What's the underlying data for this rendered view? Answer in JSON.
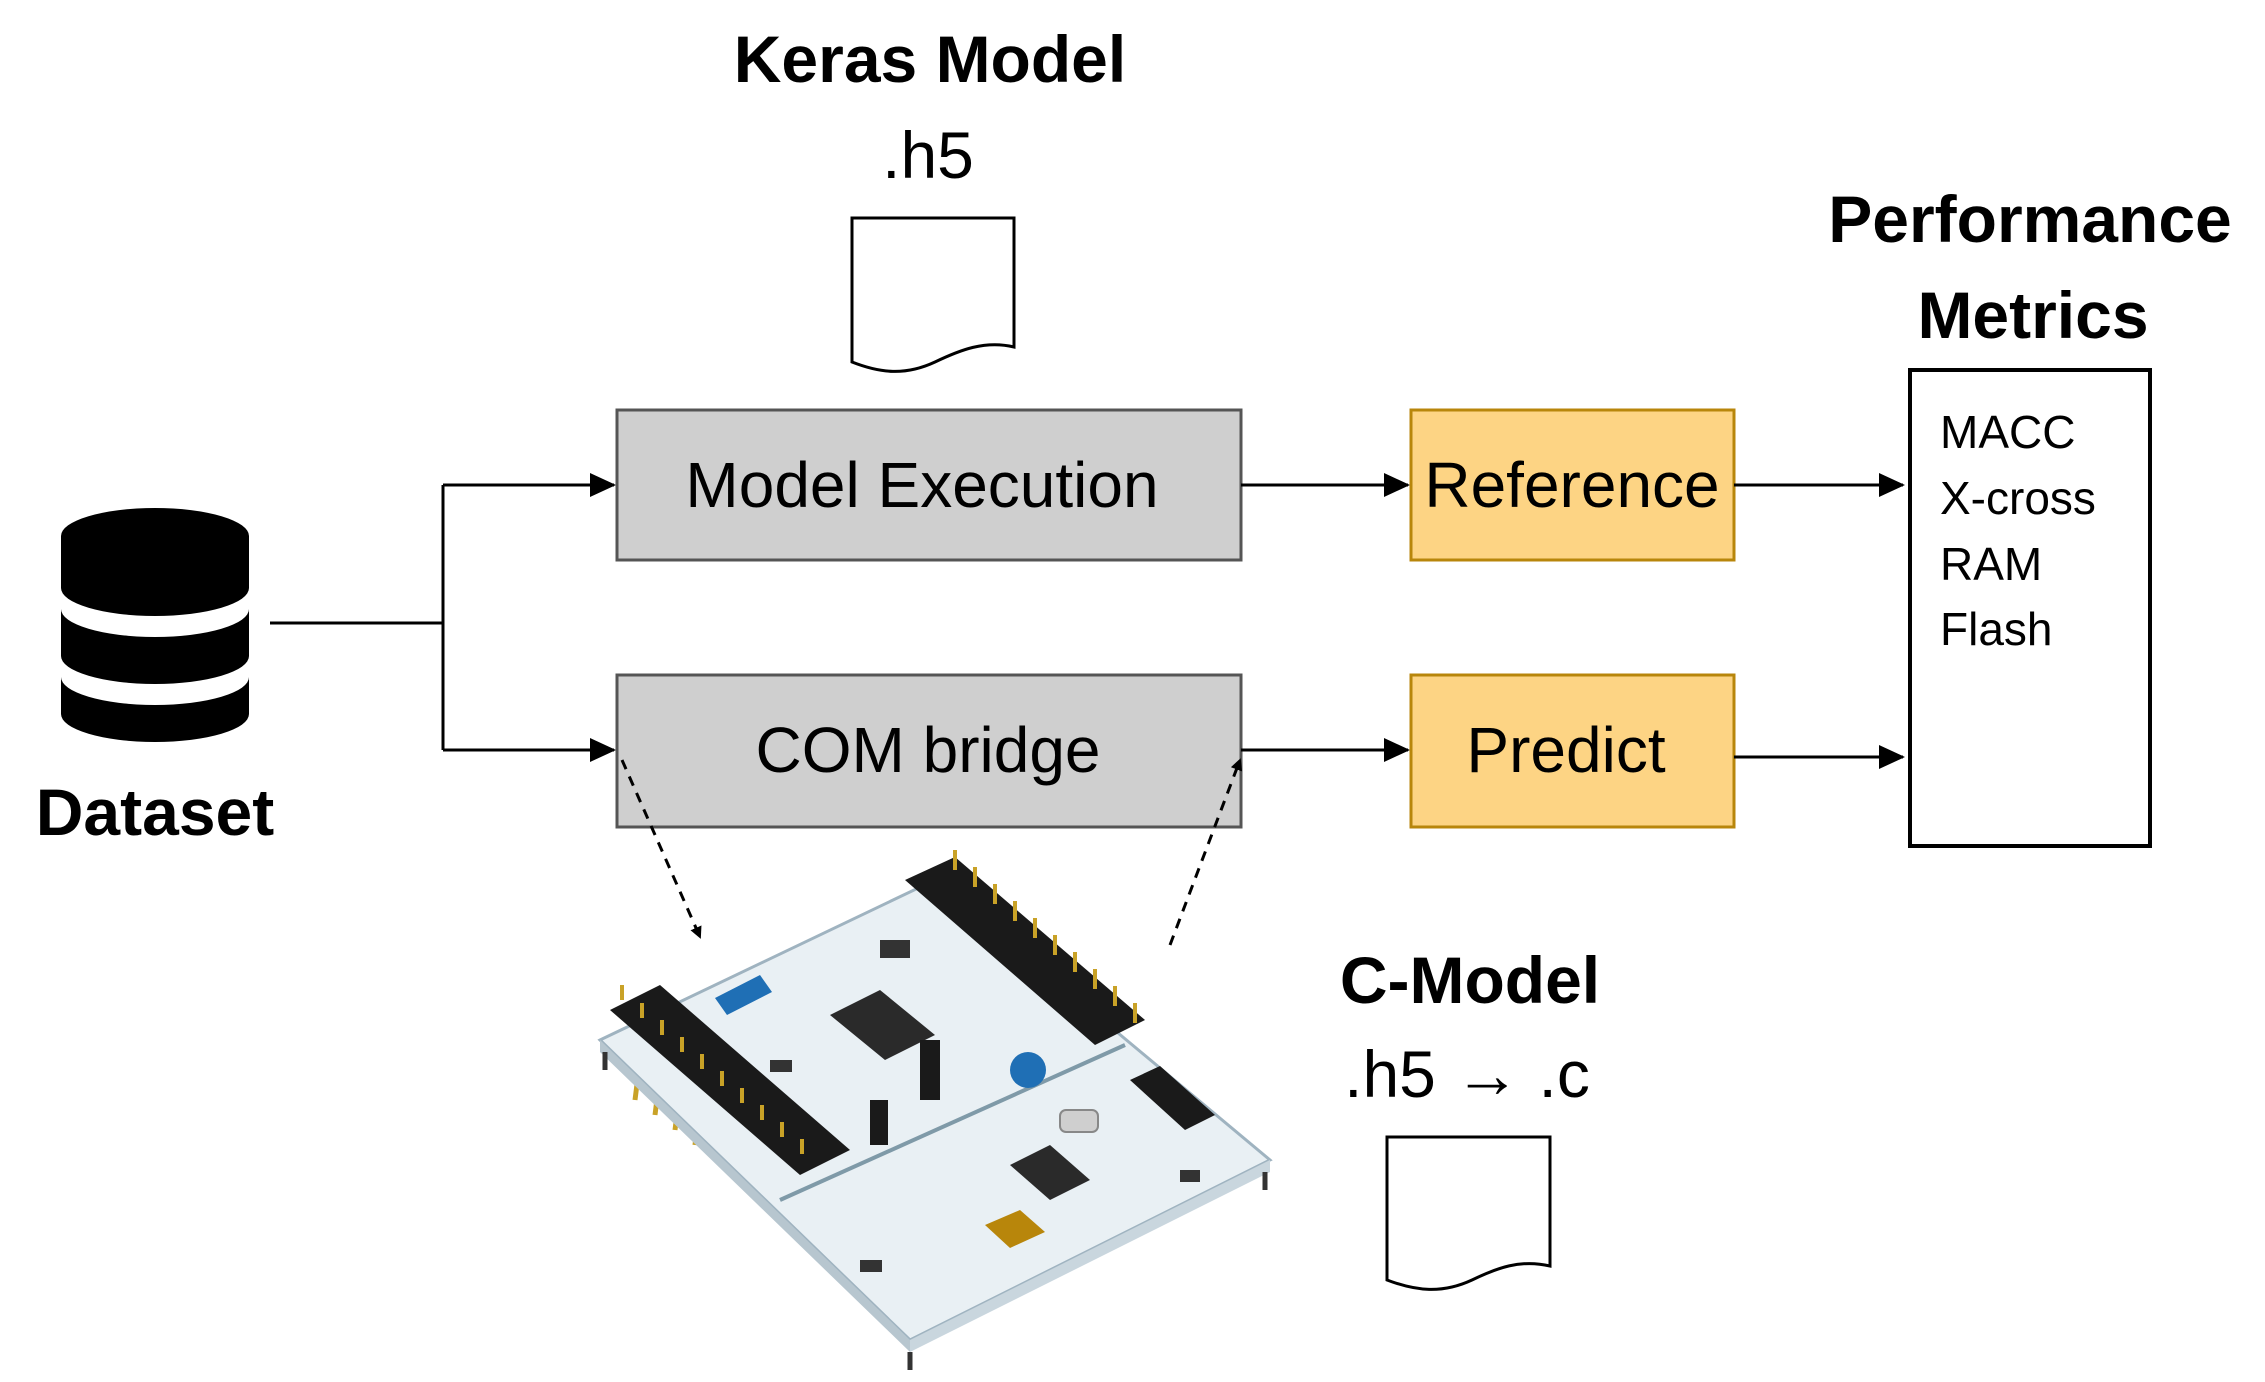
{
  "keras": {
    "title": "Keras Model",
    "ext": ".h5"
  },
  "dataset": {
    "label": "Dataset"
  },
  "model_execution": {
    "label": "Model Execution"
  },
  "com_bridge": {
    "label": "COM bridge"
  },
  "reference": {
    "label": "Reference"
  },
  "predict": {
    "label": "Predict"
  },
  "performance": {
    "title_line1": "Performance",
    "title_line2": "Metrics",
    "metrics": [
      "MACC",
      "X-cross",
      "RAM",
      "Flash"
    ]
  },
  "cmodel": {
    "title": "C-Model",
    "ext": ".h5 → .c"
  },
  "colors": {
    "gray_box": "#cfcfcf",
    "orange_box": "#fdd484",
    "pcb": "#e9f0f4",
    "header_black": "#1a1a1a",
    "pins_gold": "#c9a227"
  },
  "icons": [
    "database-icon",
    "document-icon",
    "microcontroller-board-image"
  ]
}
